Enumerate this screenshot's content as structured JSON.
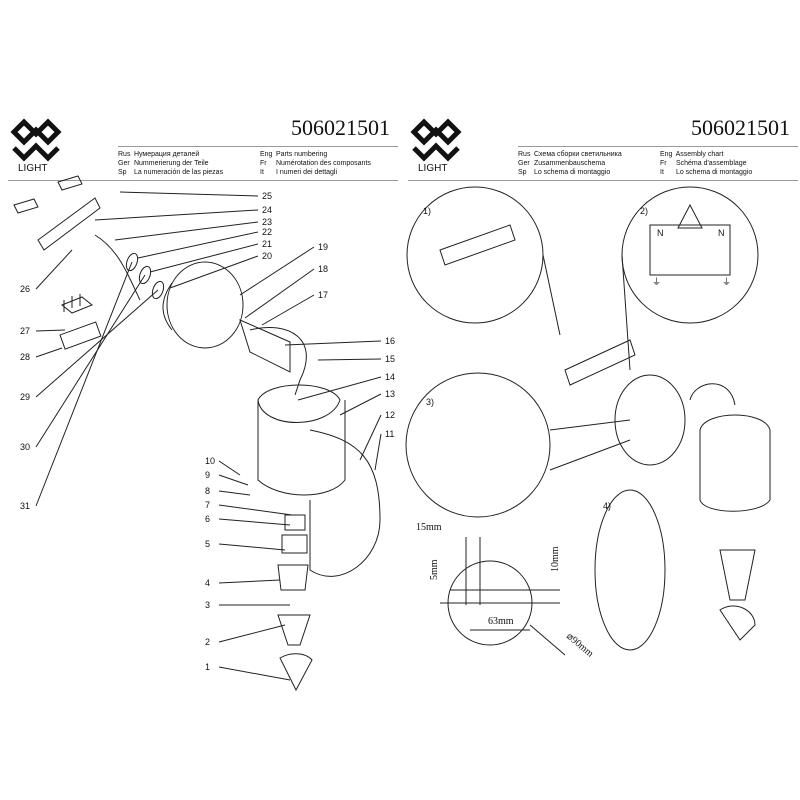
{
  "left_page": {
    "logo_text": "LIGHT",
    "code": "506021501",
    "titles": [
      {
        "lang": "Rus",
        "text": "Нумерация деталей"
      },
      {
        "lang": "Ger",
        "text": "Nummerierung der Teile"
      },
      {
        "lang": "Sp",
        "text": "La numeración de las piezas"
      },
      {
        "lang": "Eng",
        "text": "Parts numbering"
      },
      {
        "lang": "Fr",
        "text": "Numérotation des composants"
      },
      {
        "lang": "It",
        "text": "I numeri dei dettagli"
      }
    ],
    "part_numbers": [
      "1",
      "2",
      "3",
      "4",
      "5",
      "6",
      "7",
      "8",
      "9",
      "10",
      "11",
      "12",
      "13",
      "14",
      "15",
      "16",
      "17",
      "18",
      "19",
      "20",
      "21",
      "22",
      "23",
      "24",
      "25",
      "26",
      "27",
      "28",
      "29",
      "30",
      "31"
    ]
  },
  "right_page": {
    "logo_text": "LIGHT",
    "code": "506021501",
    "titles": [
      {
        "lang": "Rus",
        "text": "Схема сборки светильника"
      },
      {
        "lang": "Ger",
        "text": "Zusammenbauschema"
      },
      {
        "lang": "Sp",
        "text": "Lo schema di montaggio"
      },
      {
        "lang": "Eng",
        "text": "Assembly chart"
      },
      {
        "lang": "Fr",
        "text": "Schéma d'assemblage"
      },
      {
        "lang": "It",
        "text": "Lo schema di montaggio"
      }
    ],
    "steps": [
      "1)",
      "2)",
      "3)",
      "4)"
    ],
    "terminal_labels": {
      "n_left": "N",
      "n_right": "N",
      "ground_left": "⏚",
      "ground_right": "⏚"
    },
    "dimensions": {
      "hole_spacing": "15mm",
      "offset_left": "5mm",
      "offset_right": "10mm",
      "mount_distance": "63mm",
      "diameter": "⌀90mm"
    }
  }
}
